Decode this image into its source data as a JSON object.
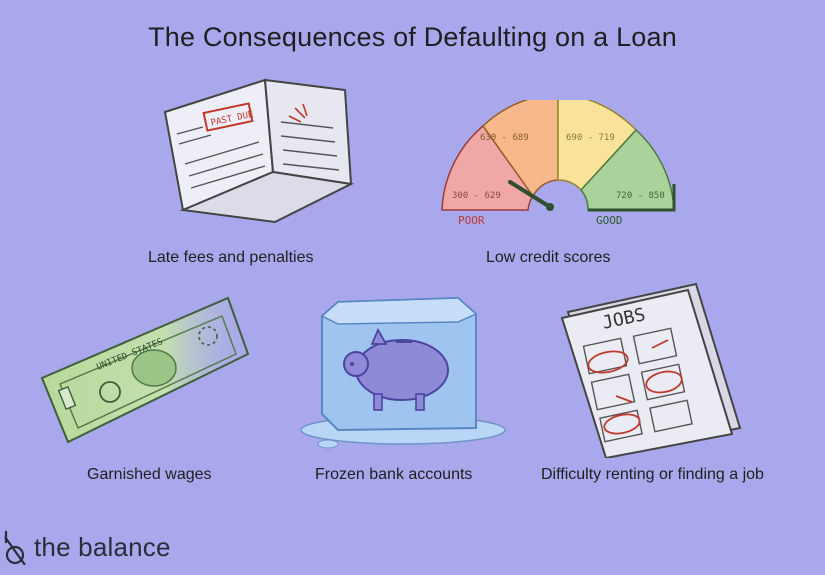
{
  "title": "The Consequences of Defaulting on a Loan",
  "items": [
    {
      "caption": "Late fees and penalties",
      "icon": "past-due-bill-icon",
      "stamp": "PAST DUE"
    },
    {
      "caption": "Low credit scores",
      "icon": "credit-score-gauge-icon",
      "gauge": {
        "ranges": [
          "300 - 629",
          "630 - 689",
          "690 - 719",
          "720 - 850"
        ],
        "poor_label": "POOR",
        "good_label": "GOOD"
      }
    },
    {
      "caption": "Garnished wages",
      "icon": "dollar-bill-icon",
      "bill_text": "UNITED STATES"
    },
    {
      "caption": "Frozen bank accounts",
      "icon": "frozen-piggy-bank-icon"
    },
    {
      "caption": "Difficulty renting or finding a job",
      "icon": "jobs-newspaper-icon",
      "paper_heading": "JOBS"
    }
  ],
  "brand": {
    "name": "the balance",
    "icon": "balance-logo-icon"
  },
  "colors": {
    "background": "#a9a8ec",
    "gauge_poor": "#f0a8a6",
    "gauge_fair": "#f7b98c",
    "gauge_good": "#f9e29a",
    "gauge_excellent": "#a9d39a",
    "bill_green": "#b7d99a",
    "ice_blue": "#9fc4ef",
    "piggy": "#8e8ad8"
  }
}
